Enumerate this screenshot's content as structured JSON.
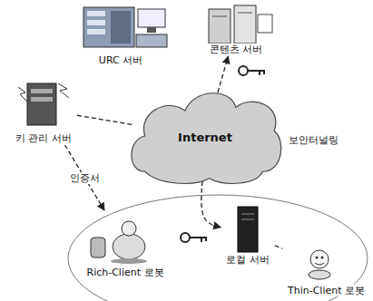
{
  "diagram": {
    "nodes": [
      {
        "text": [
          "URC 서버"
        ]
      },
      {
        "text": [
          "콘텐츠 서버"
        ]
      },
      {
        "text": [
          "키 관리 서버"
        ]
      },
      {
        "text": [
          "Internet"
        ]
      },
      {
        "text": [
          "로컬 서버"
        ]
      },
      {
        "text": [
          "Rich-Client 로봇"
        ]
      },
      {
        "text": [
          "Thin-Client 로봇"
        ]
      }
    ],
    "edges": [
      {
        "from": 2,
        "to": 3,
        "arrow": "none"
      },
      {
        "from": 3,
        "to": 1,
        "arrow": "to"
      },
      {
        "from": 3,
        "to": 4,
        "arrow": "to"
      },
      {
        "from": 2,
        "to": 5,
        "label": "인증서",
        "arrow": "to"
      },
      {
        "from": 4,
        "to": 6,
        "arrow": "none"
      }
    ],
    "labels": [
      "보안터널링"
    ]
  }
}
